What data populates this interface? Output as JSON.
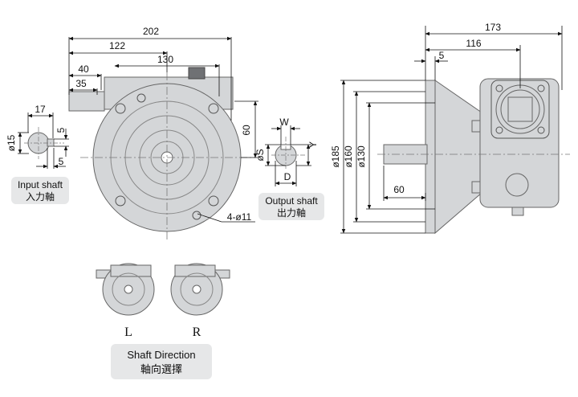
{
  "side_view": {
    "dim_202": "202",
    "dim_122": "122",
    "dim_130": "130",
    "dim_40": "40",
    "dim_35": "35",
    "dim_60": "60",
    "dim_holes": "4-ø11"
  },
  "input_shaft": {
    "dim_17": "17",
    "dim_dia15": "ø15",
    "dim_5a": "5",
    "dim_5b": "5",
    "label_en": "Input shaft",
    "label_zh": "入力軸"
  },
  "output_shaft": {
    "dim_w": "W",
    "dim_y": "Y",
    "dim_s": "øS",
    "dim_d": "D",
    "label_en": "Output shaft",
    "label_zh": "出力軸"
  },
  "front_view": {
    "dim_173": "173",
    "dim_116": "116",
    "dim_5": "5",
    "dim_185": "ø185",
    "dim_160": "ø160",
    "dim_130": "ø130",
    "dim_60": "60"
  },
  "shaft_direction": {
    "left": "L",
    "right": "R",
    "label_en": "Shaft Direction",
    "label_zh": "軸向選擇"
  }
}
